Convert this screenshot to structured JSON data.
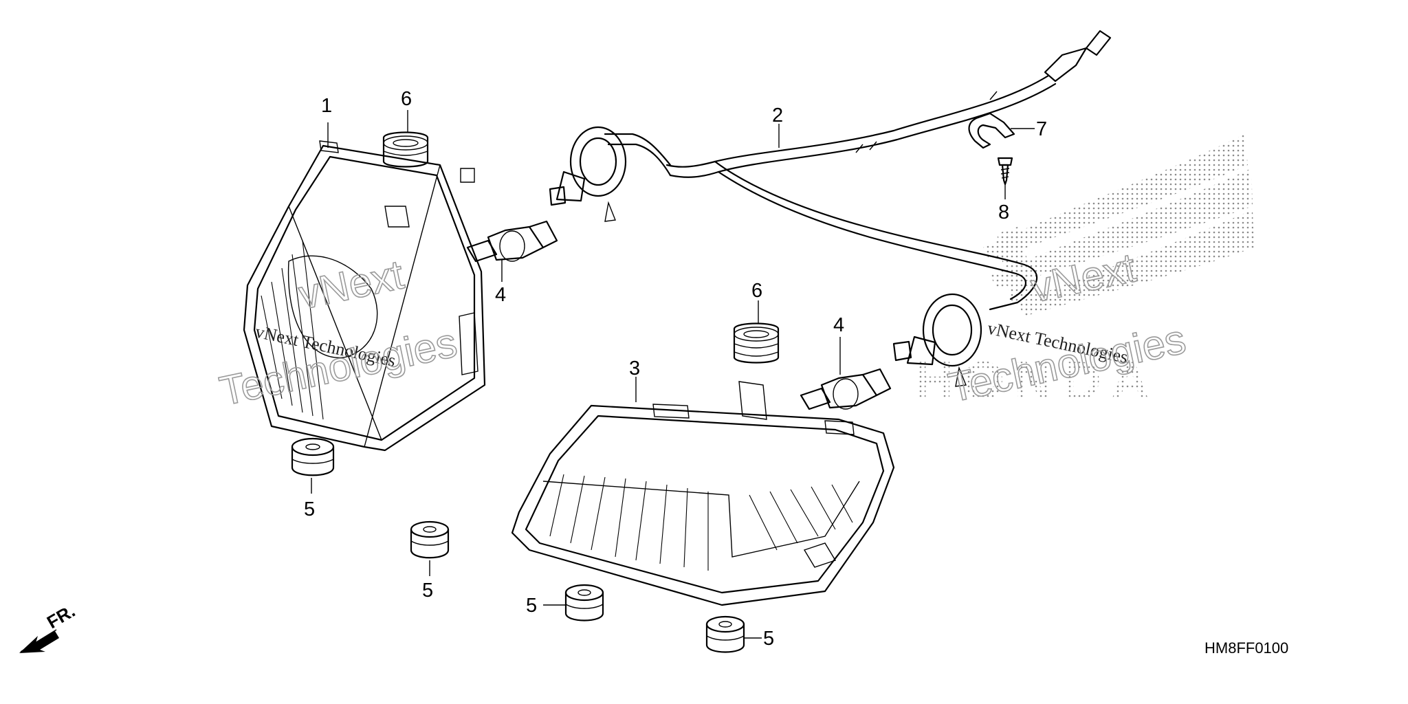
{
  "callouts": [
    {
      "id": "c1",
      "text": "1"
    },
    {
      "id": "c2",
      "text": "2"
    },
    {
      "id": "c3",
      "text": "3"
    },
    {
      "id": "c4a",
      "text": "4"
    },
    {
      "id": "c4b",
      "text": "4"
    },
    {
      "id": "c5a",
      "text": "5"
    },
    {
      "id": "c5b",
      "text": "5"
    },
    {
      "id": "c5c",
      "text": "5"
    },
    {
      "id": "c5d",
      "text": "5"
    },
    {
      "id": "c6a",
      "text": "6"
    },
    {
      "id": "c6b",
      "text": "6"
    },
    {
      "id": "c7",
      "text": "7"
    },
    {
      "id": "c8",
      "text": "8"
    }
  ],
  "direction_label": "FR.",
  "diagram_code": "HM8FF0100",
  "watermark": {
    "line_small": "vNext Technologies",
    "line_outline_1": "vNext",
    "line_outline_2": "Technologies"
  },
  "brand_logo_text": "HONDA",
  "colors": {
    "ink": "#000000",
    "watermark": "#9a9a9a",
    "background": "#ffffff"
  }
}
